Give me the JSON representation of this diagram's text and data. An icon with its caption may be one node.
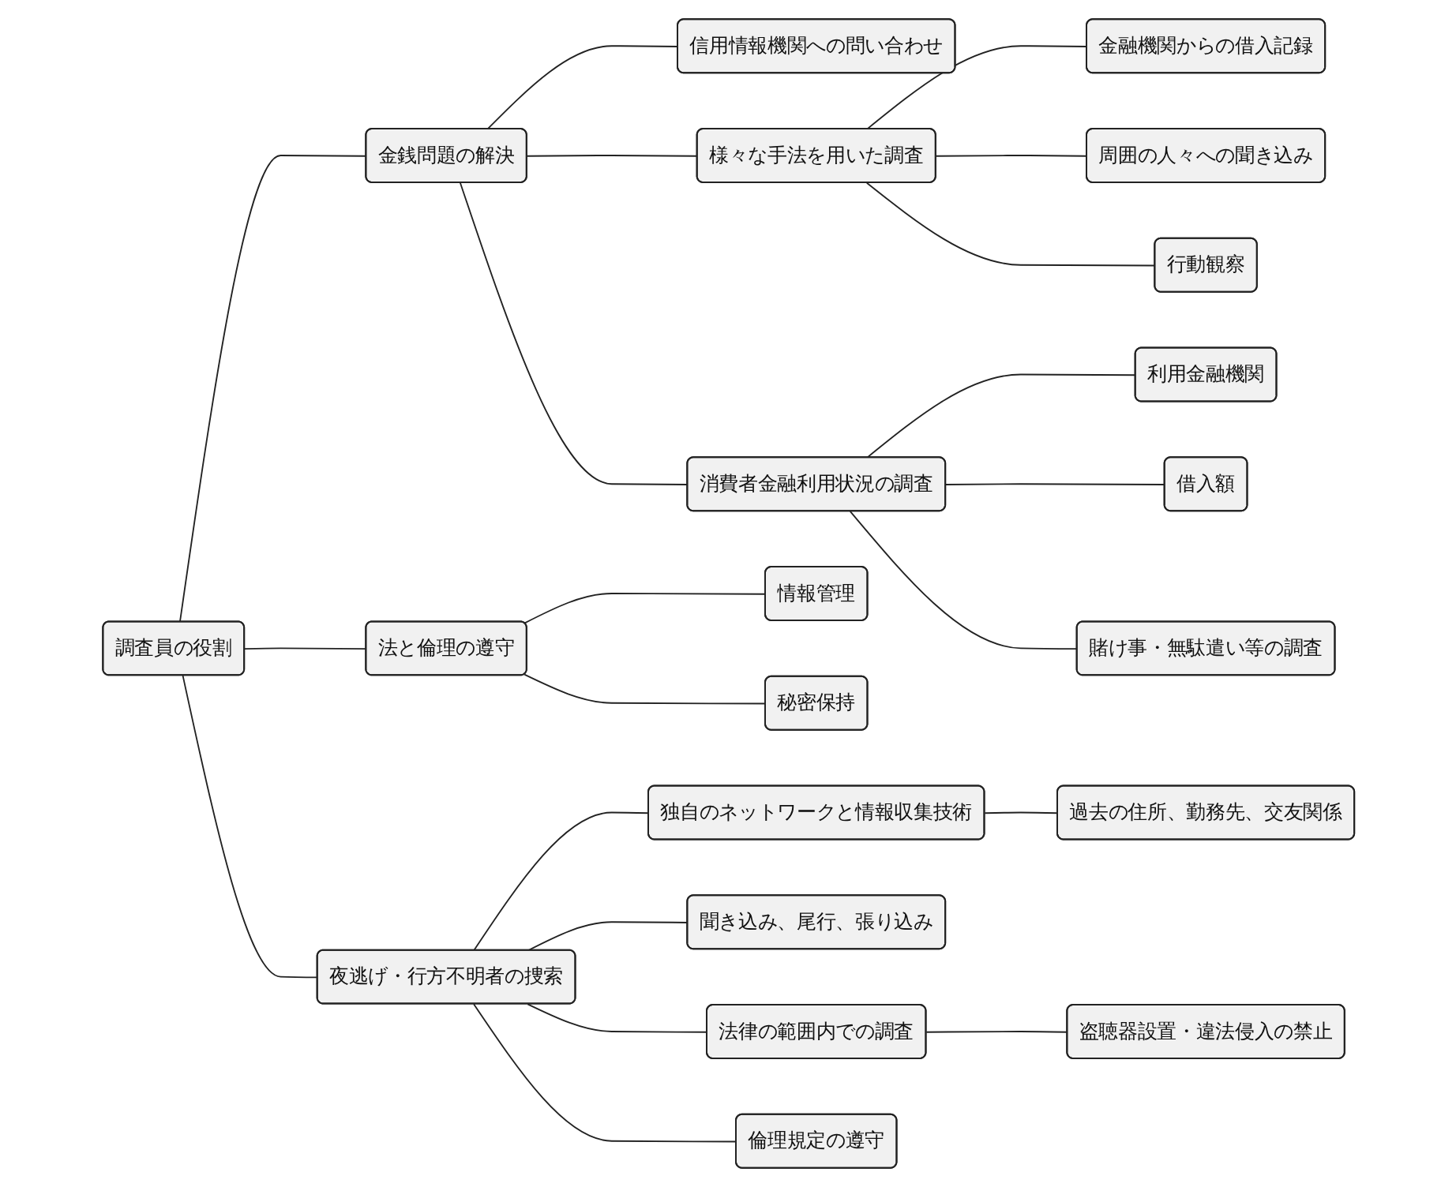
{
  "diagram": {
    "nodes": [
      {
        "text": [
          "調査員の役割"
        ]
      },
      {
        "text": [
          "金銭問題の解決"
        ]
      },
      {
        "text": [
          "信用情報機関への問い合わせ"
        ]
      },
      {
        "text": [
          "様々な手法を用いた調査"
        ]
      },
      {
        "text": [
          "金融機関からの借入記録"
        ]
      },
      {
        "text": [
          "周囲の人々への聞き込み"
        ]
      },
      {
        "text": [
          "行動観察"
        ]
      },
      {
        "text": [
          "消費者金融利用状況の調査"
        ]
      },
      {
        "text": [
          "利用金融機関"
        ]
      },
      {
        "text": [
          "借入額"
        ]
      },
      {
        "text": [
          "賭け事・無駄遣い等の調査"
        ]
      },
      {
        "text": [
          "法と倫理の遵守"
        ]
      },
      {
        "text": [
          "情報管理"
        ]
      },
      {
        "text": [
          "秘密保持"
        ]
      },
      {
        "text": [
          "夜逃げ・行方不明者の捜索"
        ]
      },
      {
        "text": [
          "独自のネットワークと情報収集技術"
        ]
      },
      {
        "text": [
          "過去の住所、勤務先、交友関係"
        ]
      },
      {
        "text": [
          "聞き込み、尾行、張り込み"
        ]
      },
      {
        "text": [
          "法律の範囲内での調査"
        ]
      },
      {
        "text": [
          "盗聴器設置・違法侵入の禁止"
        ]
      },
      {
        "text": [
          "倫理規定の遵守"
        ]
      }
    ],
    "edges": [
      {
        "from": 0,
        "to": 1,
        "arrow": "none"
      },
      {
        "from": 1,
        "to": 2,
        "arrow": "none"
      },
      {
        "from": 1,
        "to": 3,
        "arrow": "none"
      },
      {
        "from": 3,
        "to": 4,
        "arrow": "none"
      },
      {
        "from": 3,
        "to": 5,
        "arrow": "none"
      },
      {
        "from": 3,
        "to": 6,
        "arrow": "none"
      },
      {
        "from": 1,
        "to": 7,
        "arrow": "none"
      },
      {
        "from": 7,
        "to": 8,
        "arrow": "none"
      },
      {
        "from": 7,
        "to": 9,
        "arrow": "none"
      },
      {
        "from": 7,
        "to": 10,
        "arrow": "none"
      },
      {
        "from": 0,
        "to": 11,
        "arrow": "none"
      },
      {
        "from": 11,
        "to": 12,
        "arrow": "none"
      },
      {
        "from": 11,
        "to": 13,
        "arrow": "none"
      },
      {
        "from": 0,
        "to": 14,
        "arrow": "none"
      },
      {
        "from": 14,
        "to": 15,
        "arrow": "none"
      },
      {
        "from": 15,
        "to": 16,
        "arrow": "none"
      },
      {
        "from": 14,
        "to": 17,
        "arrow": "none"
      },
      {
        "from": 14,
        "to": 18,
        "arrow": "none"
      },
      {
        "from": 18,
        "to": 19,
        "arrow": "none"
      },
      {
        "from": 14,
        "to": 20,
        "arrow": "none"
      }
    ]
  }
}
